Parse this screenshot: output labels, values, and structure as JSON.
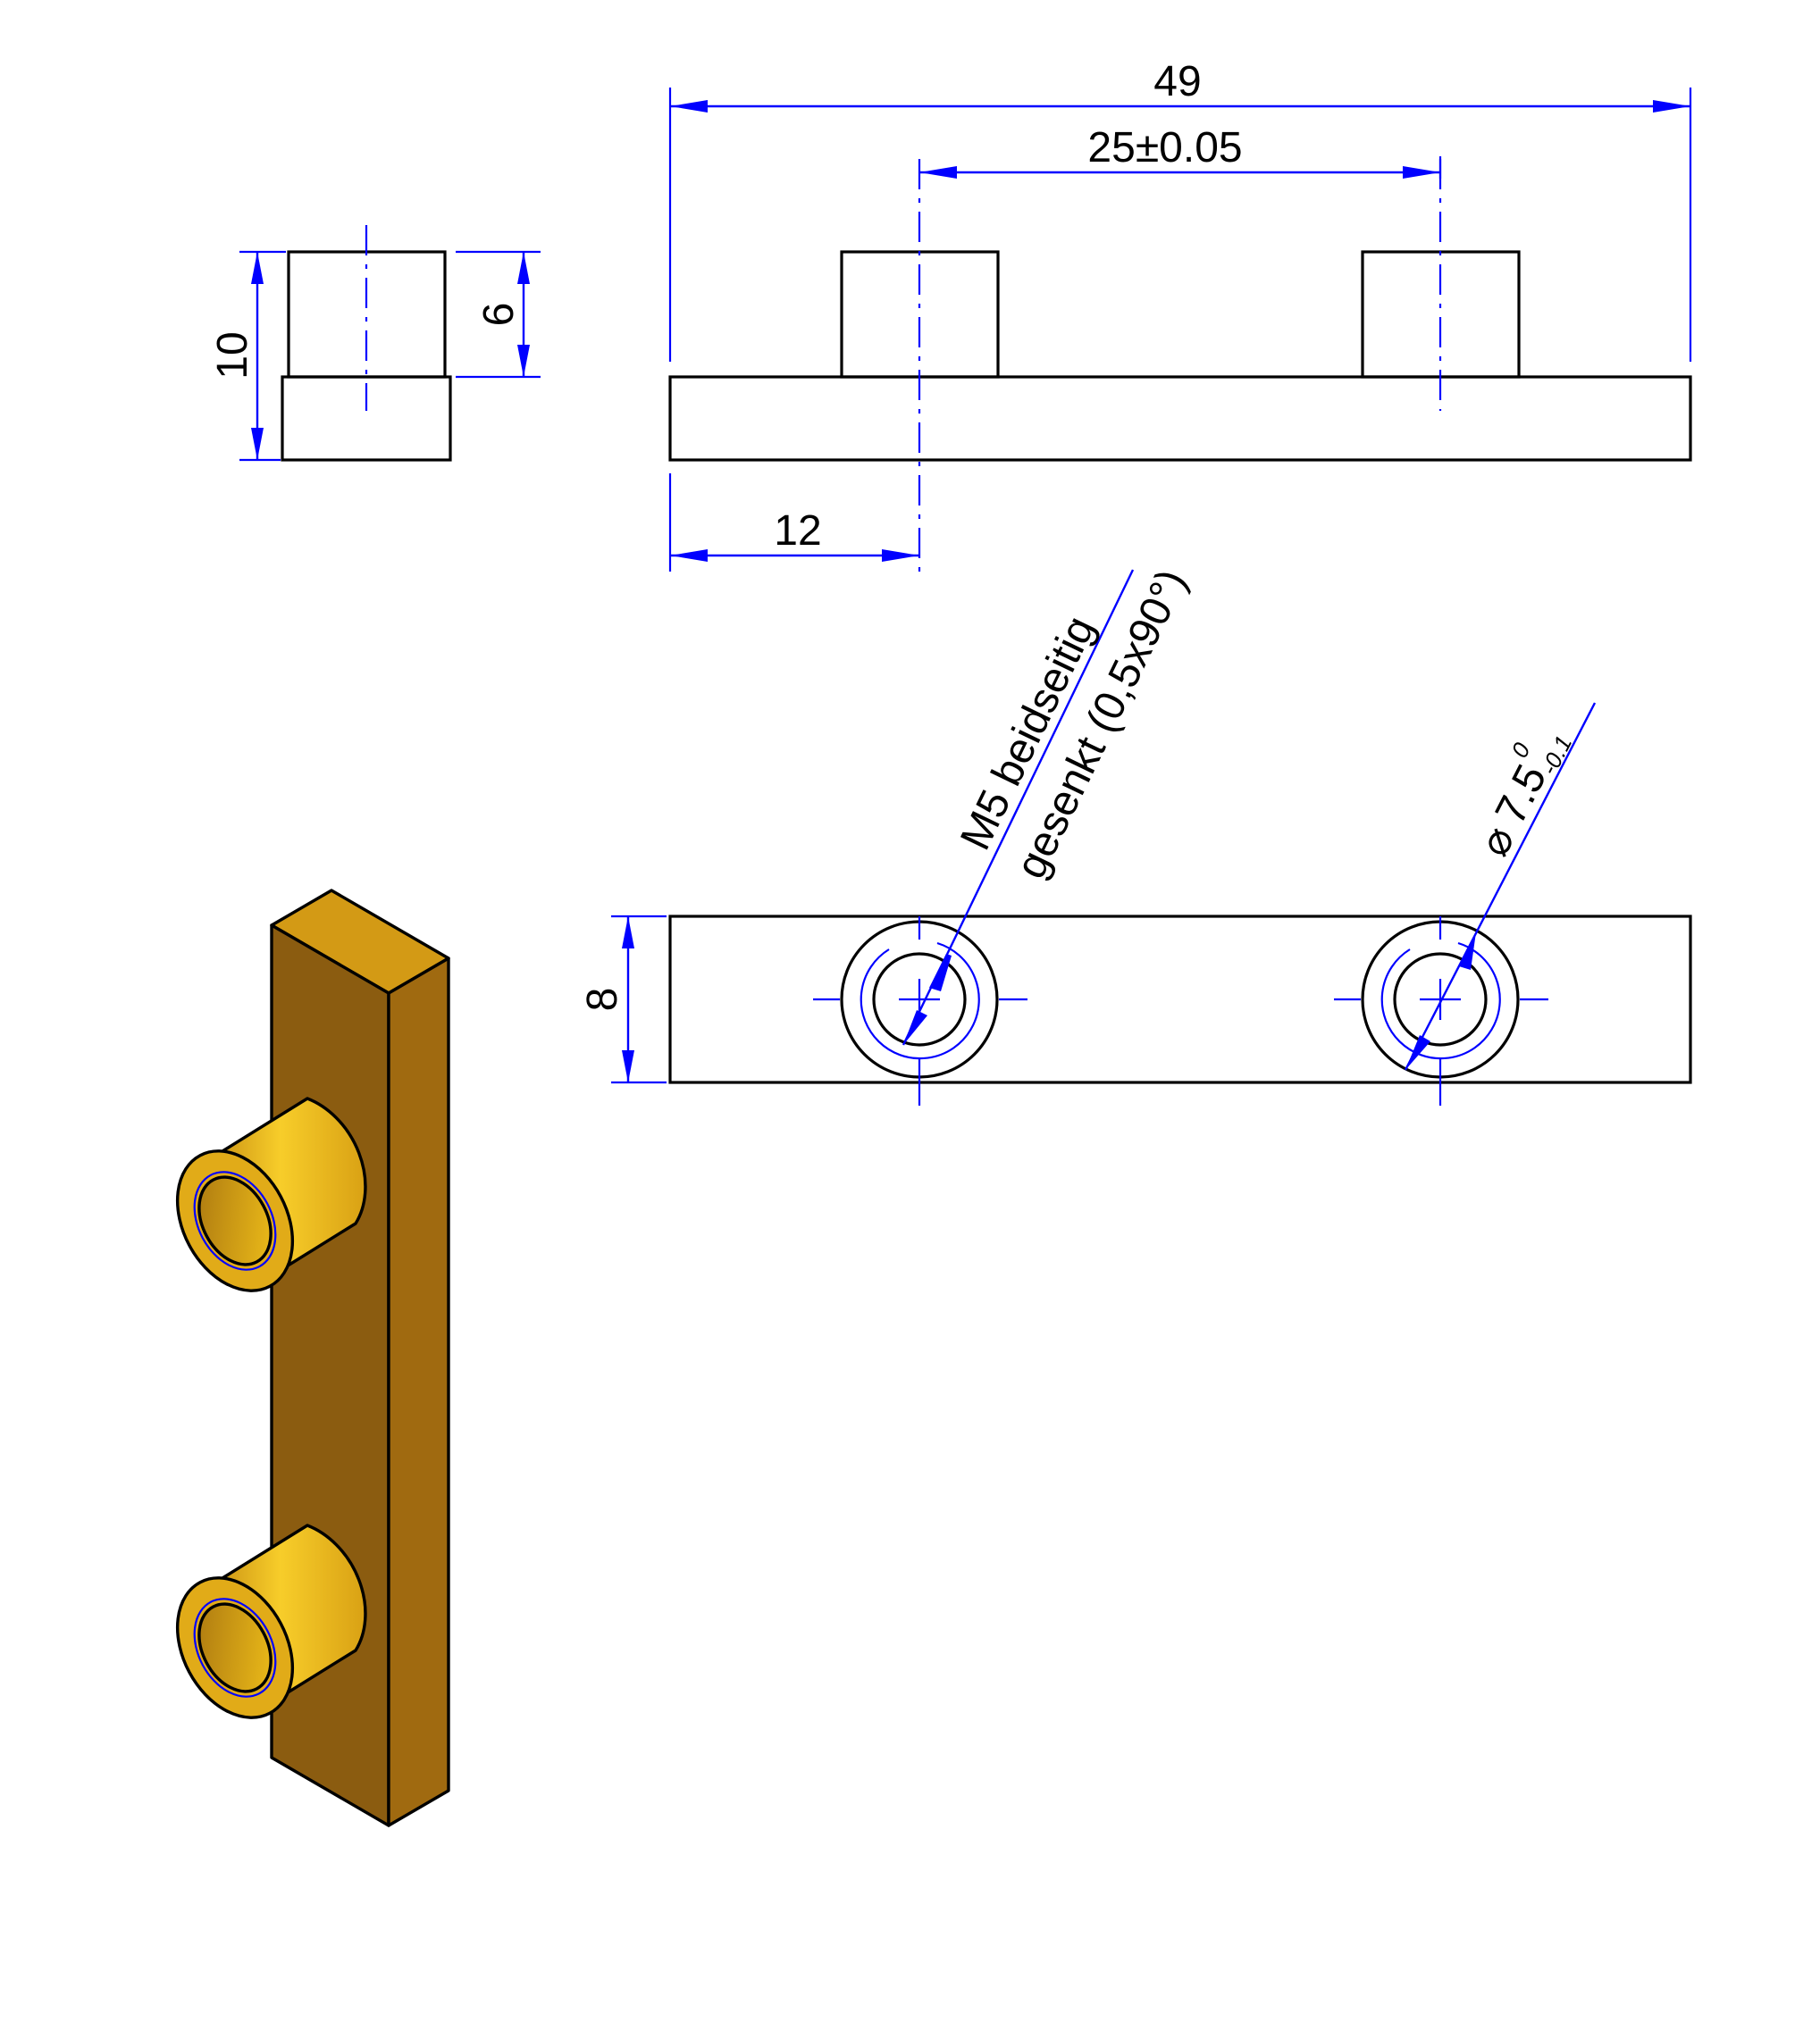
{
  "dimensions": {
    "overall_length": "49",
    "hole_spacing": "25±0.05",
    "edge_to_hole": "12",
    "total_height": "10",
    "boss_height": "6",
    "width": "8",
    "boss_diameter_symbol": "⌀",
    "boss_diameter": "7.5",
    "boss_tol_upper": "0",
    "boss_tol_lower": "-0.1"
  },
  "notes": {
    "thread_line1": "M5 beidseitig",
    "thread_line2": "gesenkt (0,5x90°)"
  },
  "colors": {
    "outline": "#000000",
    "dimension": "#0000ff",
    "brass_front": "#8b5c10",
    "brass_side": "#a06a10",
    "brass_top": "#d39a15",
    "brass_boss": "#f2c21a"
  }
}
